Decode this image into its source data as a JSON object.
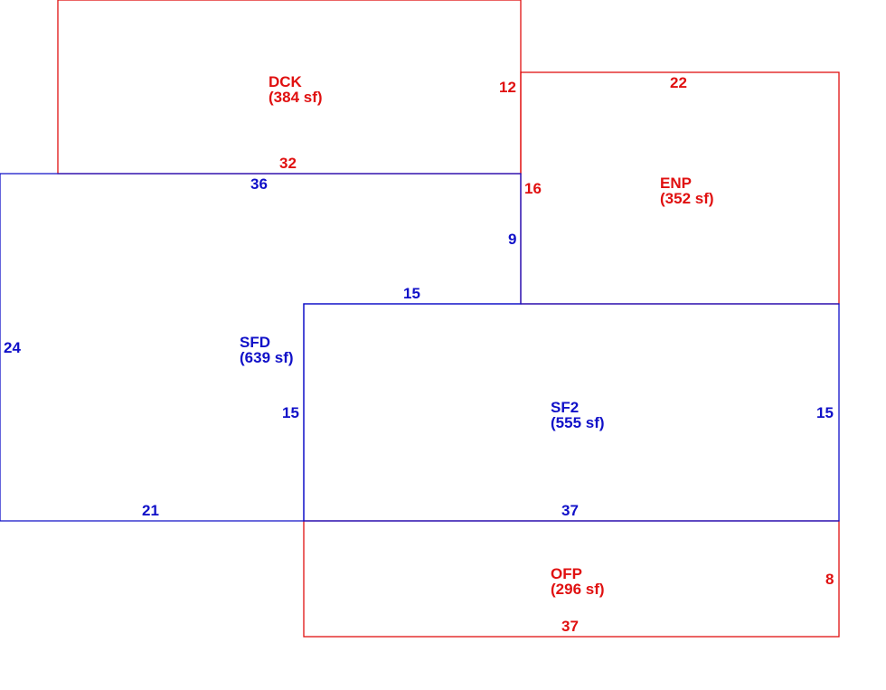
{
  "colors": {
    "addition": "#e01010",
    "living": "#1010c8",
    "background": "#ffffff"
  },
  "areas": {
    "dck": {
      "code": "DCK",
      "area": "(384 sf)",
      "dims": {
        "right": "12",
        "bottom": "32"
      }
    },
    "enp": {
      "code": "ENP",
      "area": "(352 sf)",
      "dims": {
        "top": "22",
        "left": "16"
      }
    },
    "sfd": {
      "code": "SFD",
      "area": "(639 sf)",
      "dims": {
        "top": "36",
        "right_upper": "9",
        "step": "15",
        "left": "24",
        "lower_right": "15",
        "bottom": "21"
      }
    },
    "sf2": {
      "code": "SF2",
      "area": "(555 sf)",
      "dims": {
        "right": "15",
        "bottom": "37"
      }
    },
    "ofp": {
      "code": "OFP",
      "area": "(296 sf)",
      "dims": {
        "right": "8",
        "bottom": "37"
      }
    }
  }
}
